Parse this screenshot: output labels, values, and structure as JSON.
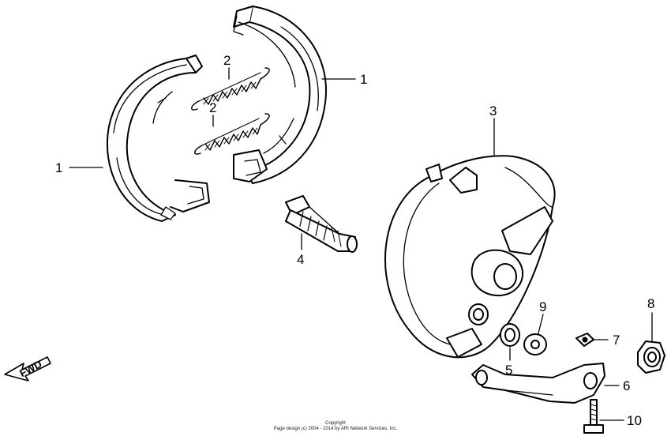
{
  "callouts": {
    "c1_right": "1",
    "c1_left": "1",
    "c2_top": "2",
    "c2_bottom": "2",
    "c3": "3",
    "c4": "4",
    "c5": "5",
    "c6": "6",
    "c7": "7",
    "c8": "8",
    "c9": "9",
    "c10": "10"
  },
  "fwd_label": "FWD",
  "copyright": {
    "line1": "Copyright",
    "line2": "Page design (c) 2004 - 2014 by ARI Network Services, Inc."
  }
}
